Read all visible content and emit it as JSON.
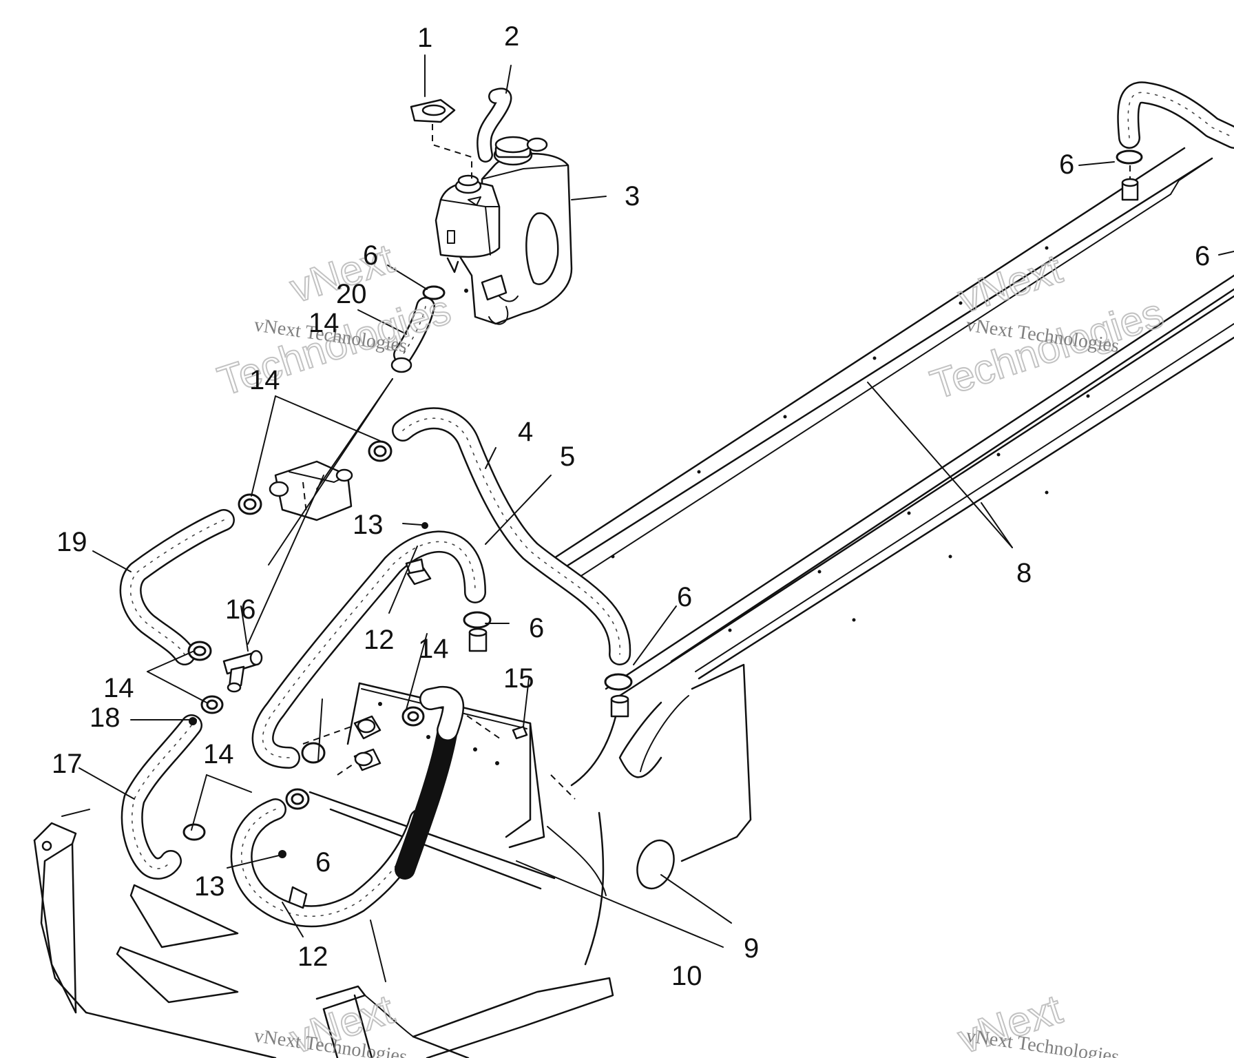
{
  "diagram": {
    "callouts": [
      {
        "id": "c1",
        "label": "1"
      },
      {
        "id": "c2",
        "label": "2"
      },
      {
        "id": "c3",
        "label": "3"
      },
      {
        "id": "c4",
        "label": "4"
      },
      {
        "id": "c5",
        "label": "5"
      },
      {
        "id": "c6a",
        "label": "6"
      },
      {
        "id": "c6b",
        "label": "6"
      },
      {
        "id": "c6c",
        "label": "6"
      },
      {
        "id": "c6d",
        "label": "6"
      },
      {
        "id": "c6e",
        "label": "6"
      },
      {
        "id": "c6f",
        "label": "6"
      },
      {
        "id": "c8",
        "label": "8"
      },
      {
        "id": "c9",
        "label": "9"
      },
      {
        "id": "c10",
        "label": "10"
      },
      {
        "id": "c12a",
        "label": "12"
      },
      {
        "id": "c12b",
        "label": "12"
      },
      {
        "id": "c13a",
        "label": "13"
      },
      {
        "id": "c13b",
        "label": "13"
      },
      {
        "id": "c14a",
        "label": "14"
      },
      {
        "id": "c14b",
        "label": "14"
      },
      {
        "id": "c14c",
        "label": "14"
      },
      {
        "id": "c14d",
        "label": "14"
      },
      {
        "id": "c14e",
        "label": "14"
      },
      {
        "id": "c15",
        "label": "15"
      },
      {
        "id": "c16",
        "label": "16"
      },
      {
        "id": "c17",
        "label": "17"
      },
      {
        "id": "c18",
        "label": "18"
      },
      {
        "id": "c19",
        "label": "19"
      },
      {
        "id": "c20",
        "label": "20"
      }
    ]
  },
  "watermark": {
    "brand": "vNext Technologies",
    "word_top": "vNext",
    "word_bottom": "Technologies"
  }
}
